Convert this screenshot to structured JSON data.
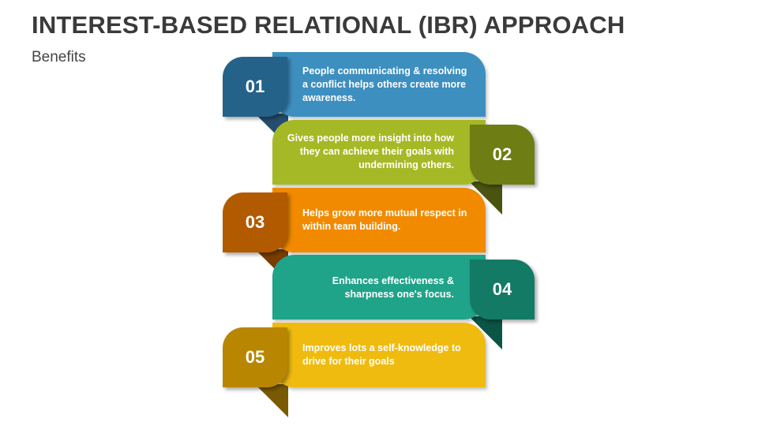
{
  "title": "INTEREST-BASED RELATIONAL (IBR) APPROACH",
  "subtitle": "Benefits",
  "items": [
    {
      "number": "01",
      "text": "People communicating & resolving a conflict helps others create more awareness.",
      "color": "#3d8fbf",
      "dark": "#24628a",
      "tail": "#244e6e"
    },
    {
      "number": "02",
      "text": "Gives people more insight into how they can achieve their goals with undermining others.",
      "color": "#a5b926",
      "dark": "#6e7e14",
      "tail": "#4a5410"
    },
    {
      "number": "03",
      "text": "Helps grow more mutual respect in within team building.",
      "color": "#f28a00",
      "dark": "#b25a00",
      "tail": "#7a3e00"
    },
    {
      "number": "04",
      "text": "Enhances effectiveness & sharpness one's focus.",
      "color": "#1fa389",
      "dark": "#137a65",
      "tail": "#0b5546"
    },
    {
      "number": "05",
      "text": "Improves lots a self-knowledge to drive for their goals",
      "color": "#f0bb0f",
      "dark": "#b88600",
      "tail": "#7a5a00"
    }
  ]
}
